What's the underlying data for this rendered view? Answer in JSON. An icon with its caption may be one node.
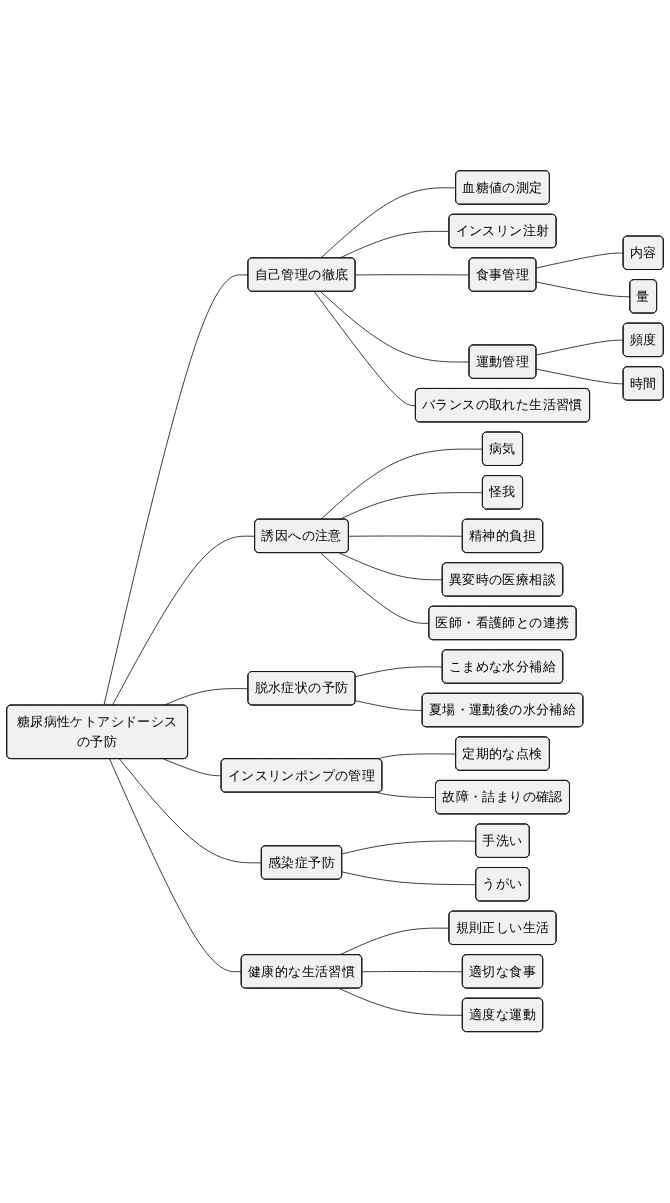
{
  "diagram": {
    "nodes": [
      {
        "text": [
          "糖尿病性ケトアシドーシスの予防"
        ]
      },
      {
        "text": [
          "自己管理の徹底"
        ]
      },
      {
        "text": [
          "血糖値の測定"
        ]
      },
      {
        "text": [
          "インスリン注射"
        ]
      },
      {
        "text": [
          "食事管理"
        ]
      },
      {
        "text": [
          "内容"
        ]
      },
      {
        "text": [
          "量"
        ]
      },
      {
        "text": [
          "運動管理"
        ]
      },
      {
        "text": [
          "頻度"
        ]
      },
      {
        "text": [
          "時間"
        ]
      },
      {
        "text": [
          "バランスの取れた生活習慣"
        ]
      },
      {
        "text": [
          "誘因への注意"
        ]
      },
      {
        "text": [
          "病気"
        ]
      },
      {
        "text": [
          "怪我"
        ]
      },
      {
        "text": [
          "精神的負担"
        ]
      },
      {
        "text": [
          "異変時の医療相談"
        ]
      },
      {
        "text": [
          "医師・看護師との連携"
        ]
      },
      {
        "text": [
          "脱水症状の予防"
        ]
      },
      {
        "text": [
          "こまめな水分補給"
        ]
      },
      {
        "text": [
          "夏場・運動後の水分補給"
        ]
      },
      {
        "text": [
          "インスリンポンプの管理"
        ]
      },
      {
        "text": [
          "定期的な点検"
        ]
      },
      {
        "text": [
          "故障・詰まりの確認"
        ]
      },
      {
        "text": [
          "感染症予防"
        ]
      },
      {
        "text": [
          "手洗い"
        ]
      },
      {
        "text": [
          "うがい"
        ]
      },
      {
        "text": [
          "健康的な生活習慣"
        ]
      },
      {
        "text": [
          "規則正しい生活"
        ]
      },
      {
        "text": [
          "適切な食事"
        ]
      },
      {
        "text": [
          "適度な運動"
        ]
      }
    ],
    "edges": [
      {
        "from": 0,
        "to": 1,
        "arrow": "none"
      },
      {
        "from": 1,
        "to": 2,
        "arrow": "none"
      },
      {
        "from": 1,
        "to": 3,
        "arrow": "none"
      },
      {
        "from": 1,
        "to": 4,
        "arrow": "none"
      },
      {
        "from": 4,
        "to": 5,
        "arrow": "none"
      },
      {
        "from": 4,
        "to": 6,
        "arrow": "none"
      },
      {
        "from": 1,
        "to": 7,
        "arrow": "none"
      },
      {
        "from": 7,
        "to": 8,
        "arrow": "none"
      },
      {
        "from": 7,
        "to": 9,
        "arrow": "none"
      },
      {
        "from": 1,
        "to": 10,
        "arrow": "none"
      },
      {
        "from": 0,
        "to": 11,
        "arrow": "none"
      },
      {
        "from": 11,
        "to": 12,
        "arrow": "none"
      },
      {
        "from": 11,
        "to": 13,
        "arrow": "none"
      },
      {
        "from": 11,
        "to": 14,
        "arrow": "none"
      },
      {
        "from": 11,
        "to": 15,
        "arrow": "none"
      },
      {
        "from": 11,
        "to": 16,
        "arrow": "none"
      },
      {
        "from": 0,
        "to": 17,
        "arrow": "none"
      },
      {
        "from": 17,
        "to": 18,
        "arrow": "none"
      },
      {
        "from": 17,
        "to": 19,
        "arrow": "none"
      },
      {
        "from": 0,
        "to": 20,
        "arrow": "none"
      },
      {
        "from": 20,
        "to": 21,
        "arrow": "none"
      },
      {
        "from": 20,
        "to": 22,
        "arrow": "none"
      },
      {
        "from": 0,
        "to": 23,
        "arrow": "none"
      },
      {
        "from": 23,
        "to": 24,
        "arrow": "none"
      },
      {
        "from": 23,
        "to": 25,
        "arrow": "none"
      },
      {
        "from": 0,
        "to": 26,
        "arrow": "none"
      },
      {
        "from": 26,
        "to": 27,
        "arrow": "none"
      },
      {
        "from": 26,
        "to": 28,
        "arrow": "none"
      },
      {
        "from": 26,
        "to": 29,
        "arrow": "none"
      }
    ]
  }
}
